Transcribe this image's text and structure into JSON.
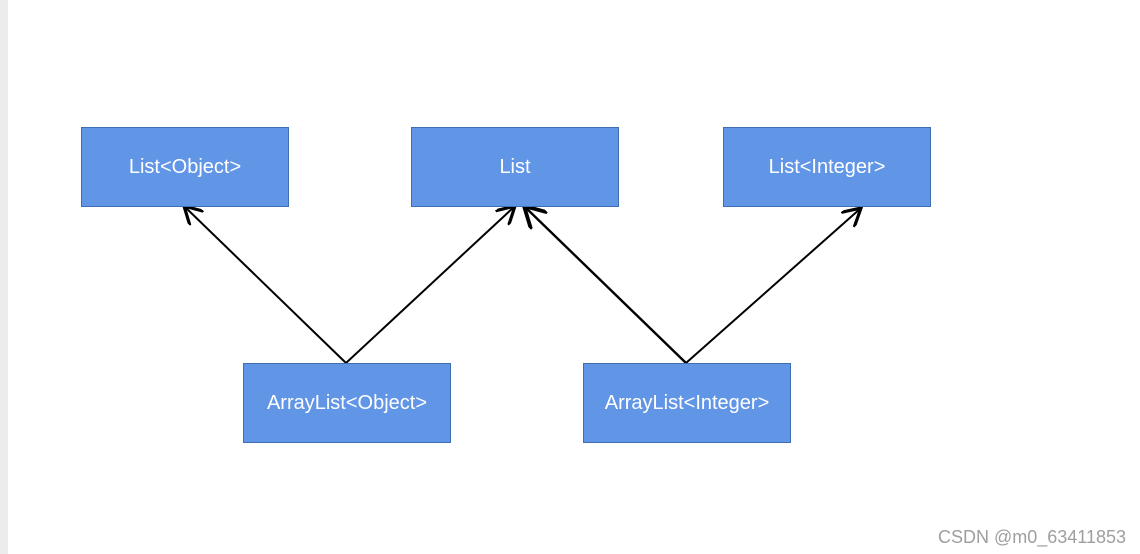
{
  "diagram": {
    "nodes": [
      {
        "id": "list-object",
        "label": "List<Object>"
      },
      {
        "id": "list",
        "label": "List"
      },
      {
        "id": "list-integer",
        "label": "List<Integer>"
      },
      {
        "id": "arraylist-object",
        "label": "ArrayList<Object>"
      },
      {
        "id": "arraylist-integer",
        "label": "ArrayList<Integer>"
      }
    ],
    "edges": [
      {
        "from": "arraylist-object",
        "to": "list-object"
      },
      {
        "from": "arraylist-object",
        "to": "list"
      },
      {
        "from": "arraylist-integer",
        "to": "list"
      },
      {
        "from": "arraylist-integer",
        "to": "list-integer"
      }
    ]
  },
  "watermark": "CSDN @m0_63411853",
  "colors": {
    "node_fill": "#6195e6",
    "node_border": "#3f6fb3",
    "node_text": "#ffffff",
    "edge": "#000000",
    "background": "#ffffff"
  }
}
